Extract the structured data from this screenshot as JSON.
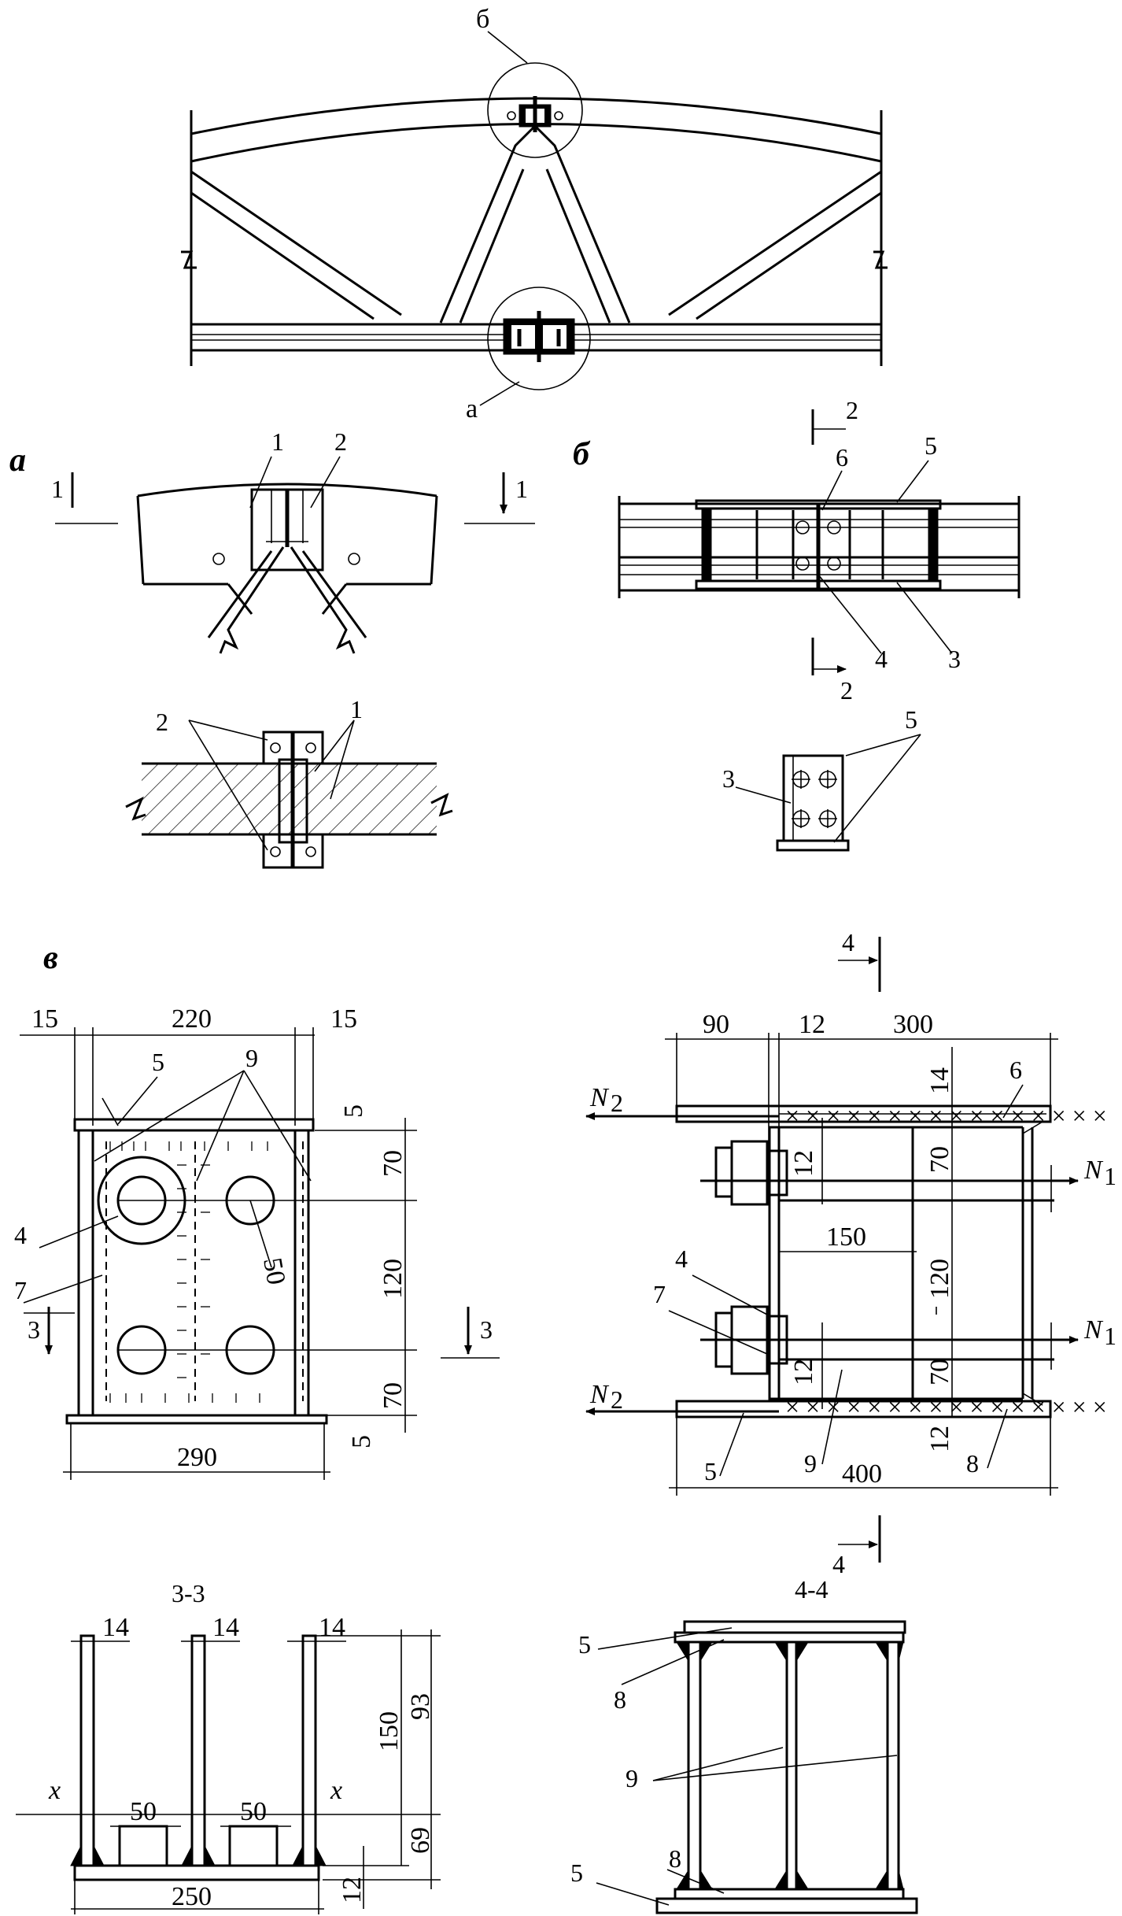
{
  "overview": {
    "callout_top": "б",
    "callout_bottom": "а"
  },
  "view_a": {
    "title": "а",
    "section_left": "1",
    "section_right": "1",
    "label_1": "1",
    "label_2": "2",
    "plan_label_2": "2",
    "plan_label_1": "1"
  },
  "view_b": {
    "title": "б",
    "sec_top": "2",
    "sec_bottom": "2",
    "label_6": "6",
    "label_5": "5",
    "label_4": "4",
    "label_3": "3",
    "end_label_3": "3",
    "end_label_5": "5"
  },
  "view_v": {
    "title": "в",
    "dim_15_left": "15",
    "dim_220": "220",
    "dim_15_right": "15",
    "dim_5_top": "5",
    "dim_70_top": "70",
    "dim_120": "120",
    "dim_70_bottom": "70",
    "dim_5_bottom": "5",
    "dim_290": "290",
    "dim_50": "50",
    "label_5": "5",
    "label_9": "9",
    "label_4": "4",
    "label_7": "7",
    "sec3_left": "3",
    "sec3_right": "3"
  },
  "side_view": {
    "sec4_top": "4",
    "sec4_bottom": "4",
    "dim_90": "90",
    "dim_12_top": "12",
    "dim_300": "300",
    "dim_14": "14",
    "dim_12_a": "12",
    "dim_70_a": "70",
    "dim_150": "150",
    "dim_120": "120",
    "dim_12_b": "12",
    "dim_70_b": "70",
    "dim_12_c": "12",
    "dim_400": "400",
    "force_n1": "N",
    "force_n1_sub": "1",
    "force_n2": "N",
    "force_n2_sub": "2",
    "label_6": "6",
    "label_4": "4",
    "label_7": "7",
    "label_5": "5",
    "label_9": "9",
    "label_8": "8"
  },
  "section_3_3": {
    "title": "3-3",
    "dim_14_a": "14",
    "dim_14_b": "14",
    "dim_14_c": "14",
    "dim_50_a": "50",
    "dim_50_b": "50",
    "axis_x_left": "x",
    "axis_x_right": "x",
    "dim_150": "150",
    "dim_93": "93",
    "dim_69": "69",
    "dim_12": "12",
    "dim_250": "250"
  },
  "section_4_4": {
    "title": "4-4",
    "label_5_top": "5",
    "label_8_top": "8",
    "label_9": "9",
    "label_5_bottom": "5",
    "label_8_bottom": "8"
  }
}
